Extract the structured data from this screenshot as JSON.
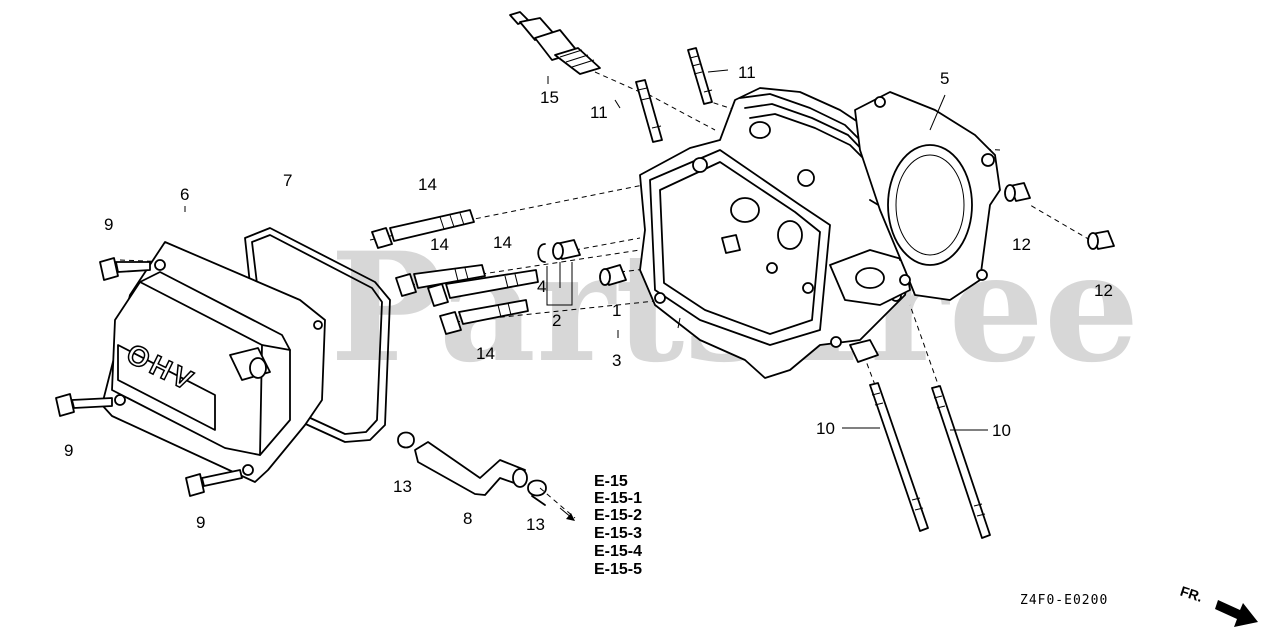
{
  "watermark": "PartsTree",
  "callouts": [
    "15",
    "11",
    "11",
    "5",
    "6",
    "7",
    "14",
    "14",
    "14",
    "14",
    "9",
    "9",
    "9",
    "4",
    "2",
    "1",
    "3",
    "12",
    "12",
    "10",
    "10",
    "13",
    "13",
    "8"
  ],
  "cover_lettering": "OHV",
  "references": [
    "E-15",
    "E-15-1",
    "E-15-2",
    "E-15-3",
    "E-15-4",
    "E-15-5"
  ],
  "drawing_code": "Z4F0-E0200",
  "direction_label": "FR."
}
